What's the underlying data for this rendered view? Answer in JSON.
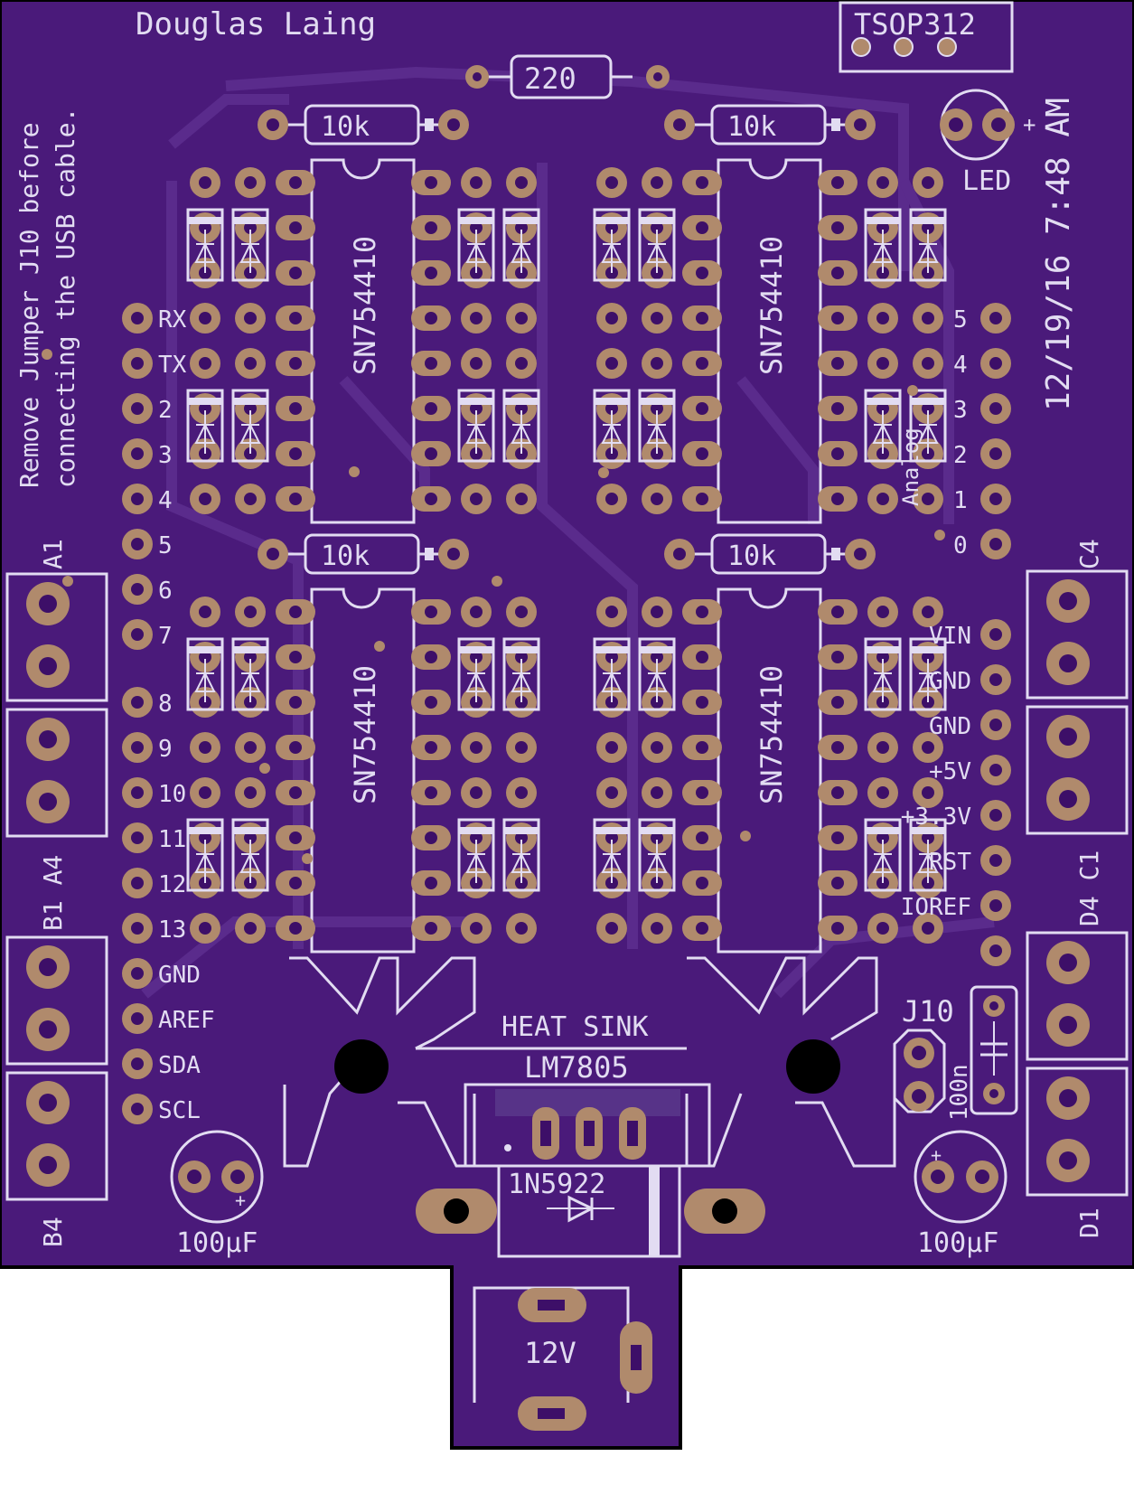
{
  "title": "Douglas Laing",
  "note_line1": "Remove Jumper J10 before",
  "note_line2": "connecting the USB cable.",
  "timestamp": "12/19/16 7:48 AM",
  "ir_receiver": "TSOP312",
  "led": {
    "label": "LED",
    "plus": "+"
  },
  "top_resistor": "220",
  "resistors": [
    "10k",
    "10k",
    "10k",
    "10k"
  ],
  "ics": [
    "SN754410",
    "SN754410",
    "SN754410",
    "SN754410"
  ],
  "left_header": [
    "RX",
    "TX",
    "2",
    "3",
    "4",
    "5",
    "6",
    "7",
    "8",
    "9",
    "10",
    "11",
    "12",
    "13",
    "GND",
    "AREF",
    "SDA",
    "SCL"
  ],
  "analog_header": [
    "5",
    "4",
    "3",
    "2",
    "1",
    "0"
  ],
  "analog_label": "Analog",
  "power_header": [
    "VIN",
    "GND",
    "GND",
    "+5V",
    "+3.3V",
    "RST",
    "IOREF"
  ],
  "terminals": {
    "a1": "A1",
    "b1a4": "B1 A4",
    "b4": "B4",
    "c4": "C4",
    "d4c1": "D4 C1",
    "d1": "D1"
  },
  "heat_sink": "HEAT SINK",
  "regulator": "LM7805",
  "diode": "1N5922",
  "jumper": "J10",
  "cap_small": "100n",
  "cap_left": {
    "value": "100µF",
    "plus": "+"
  },
  "cap_right": {
    "value": "100µF",
    "plus": "+"
  },
  "power_jack": "12V",
  "colors": {
    "board": "#4a1a7a",
    "trace": "#5a2b8c",
    "silk": "#e2dcf2",
    "pad": "#b08a6c",
    "hole": "#3d0f68",
    "outline": "#000000"
  }
}
